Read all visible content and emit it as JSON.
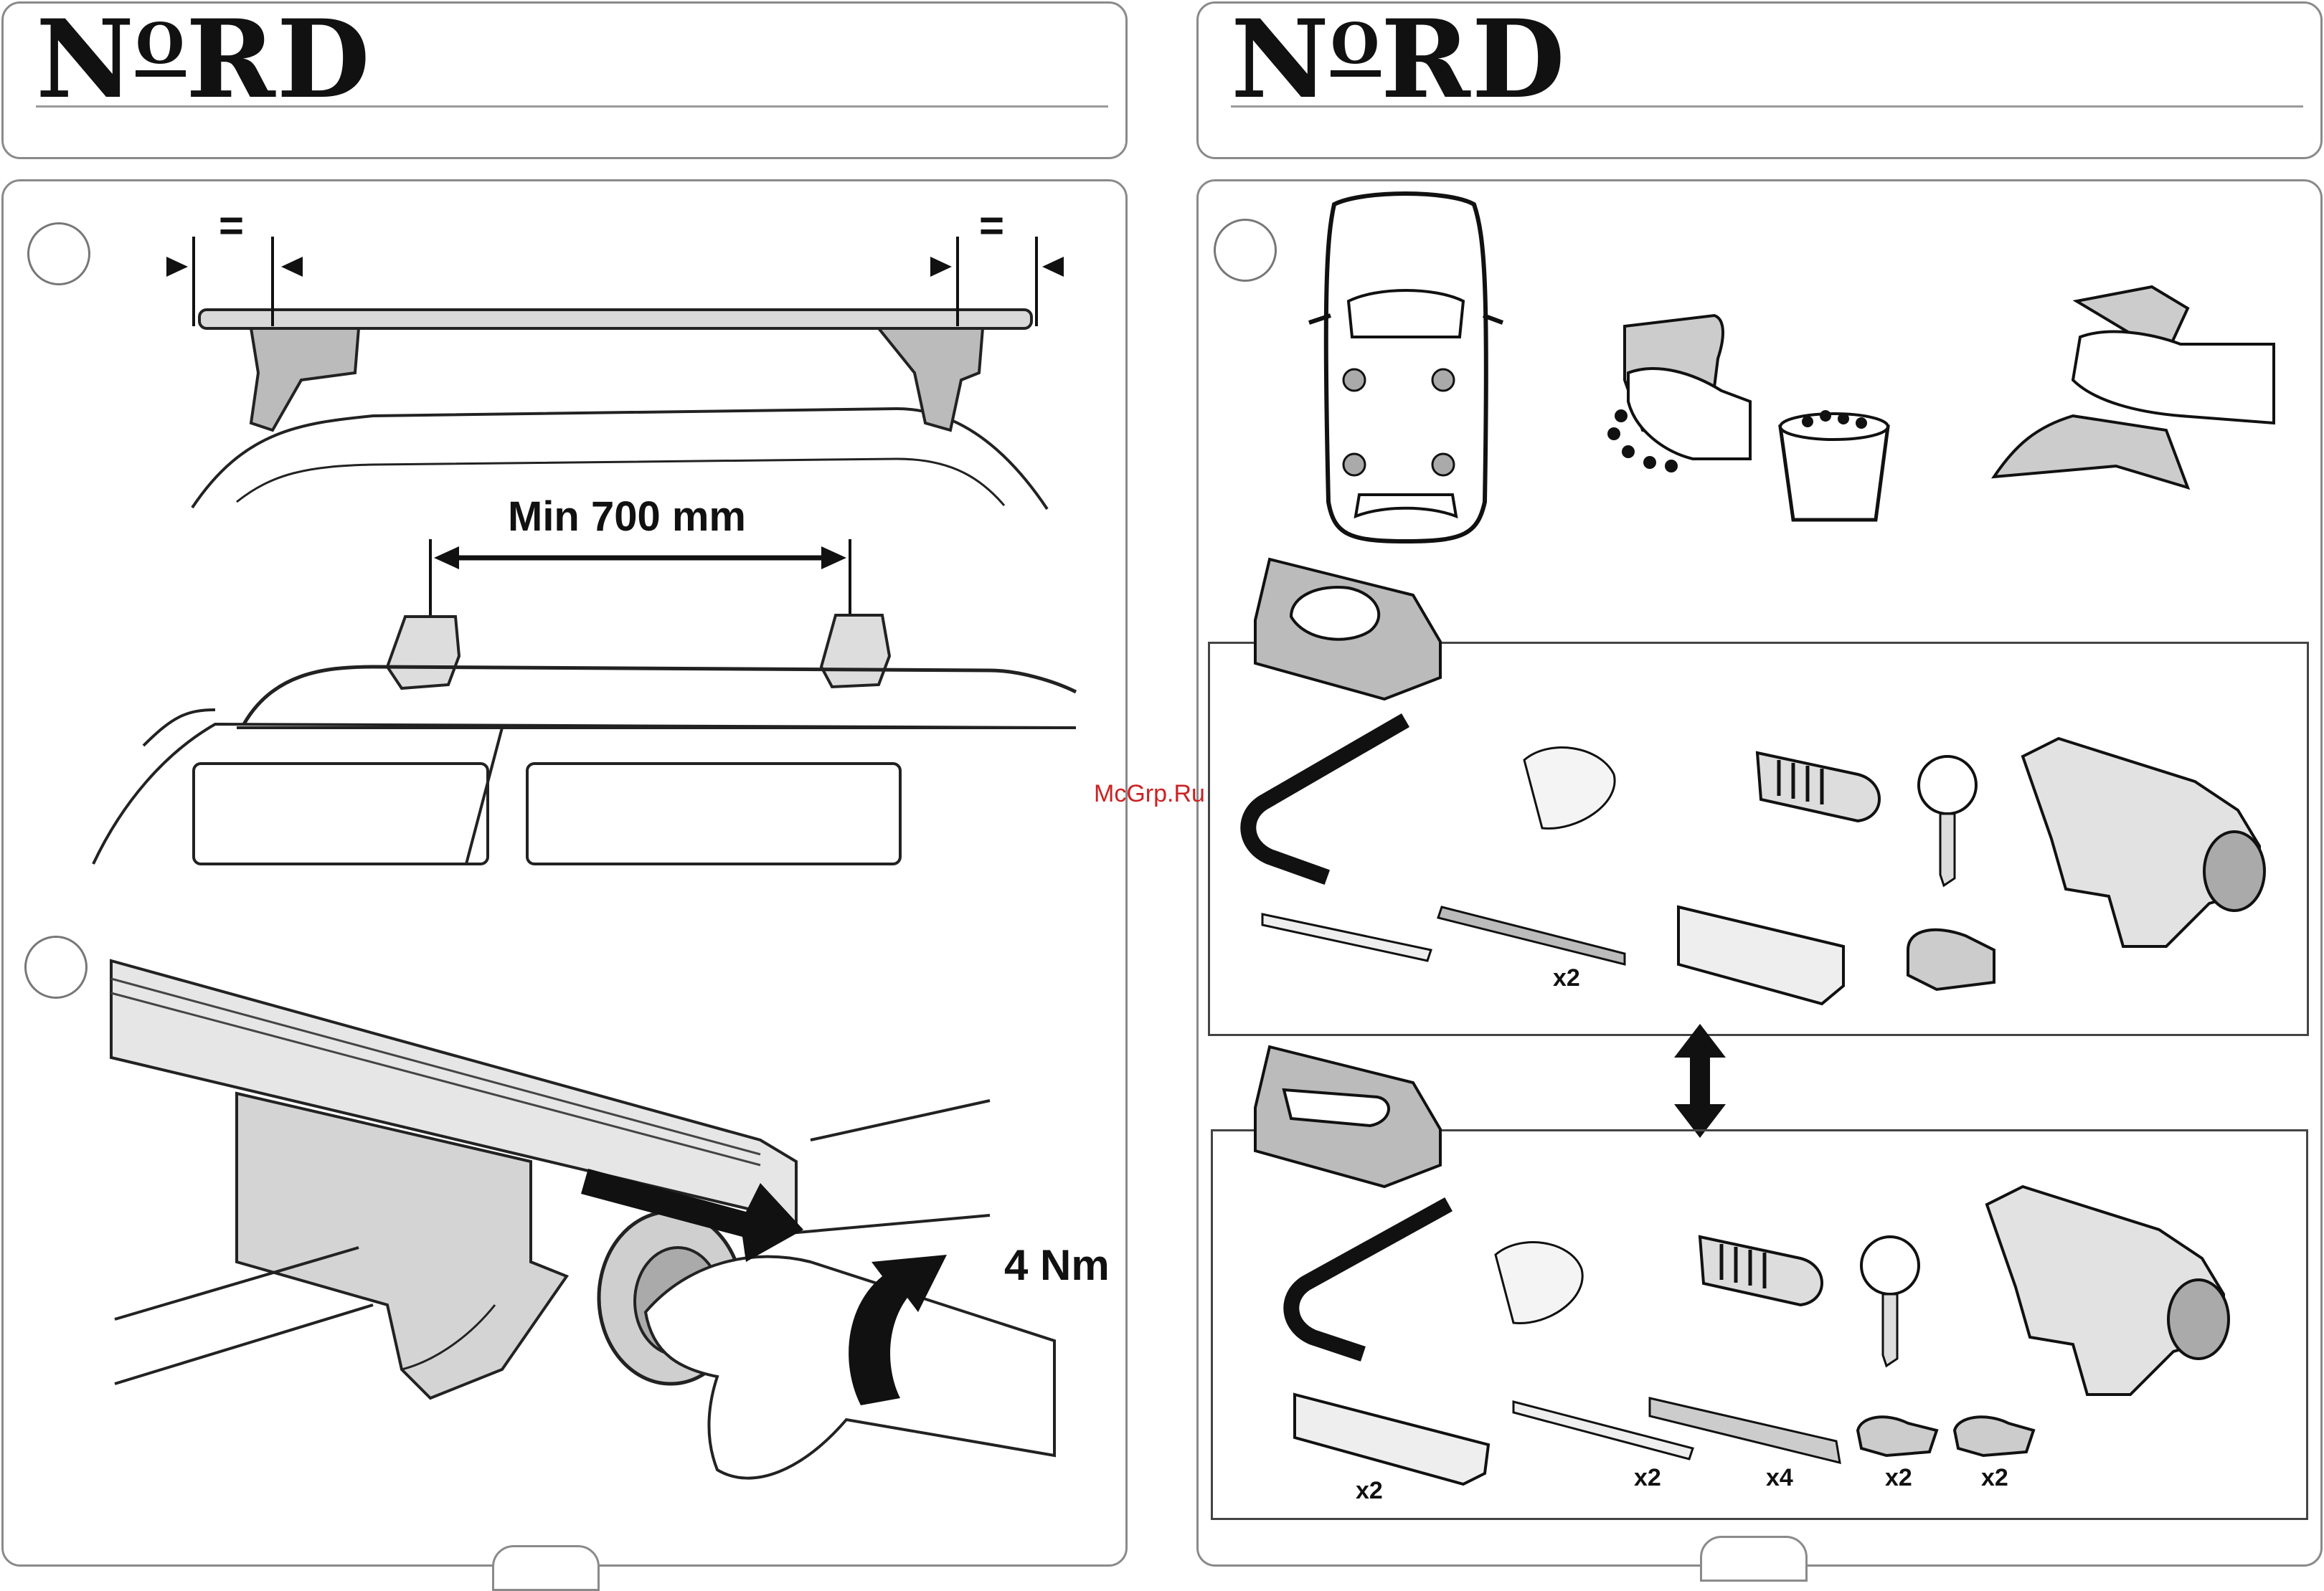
{
  "left_page": {
    "brand": {
      "main": "N",
      "sup": "O",
      "rest": "RD"
    },
    "step1": {
      "equal_left": "=",
      "equal_right": "=",
      "distance_label": "Min 700 mm"
    },
    "step2": {
      "torque_label": "4 Nm"
    }
  },
  "right_page": {
    "brand": {
      "main": "N",
      "sup": "O",
      "rest": "RD"
    },
    "kit_a": {
      "qty_strip": "x2"
    },
    "kit_b": {
      "qty_profile": "x2",
      "qty_strip": "x2",
      "qty_cover": "x4",
      "qty_endcap": "x2",
      "qty_clip": "x2"
    }
  },
  "watermark": "McGrp.Ru"
}
